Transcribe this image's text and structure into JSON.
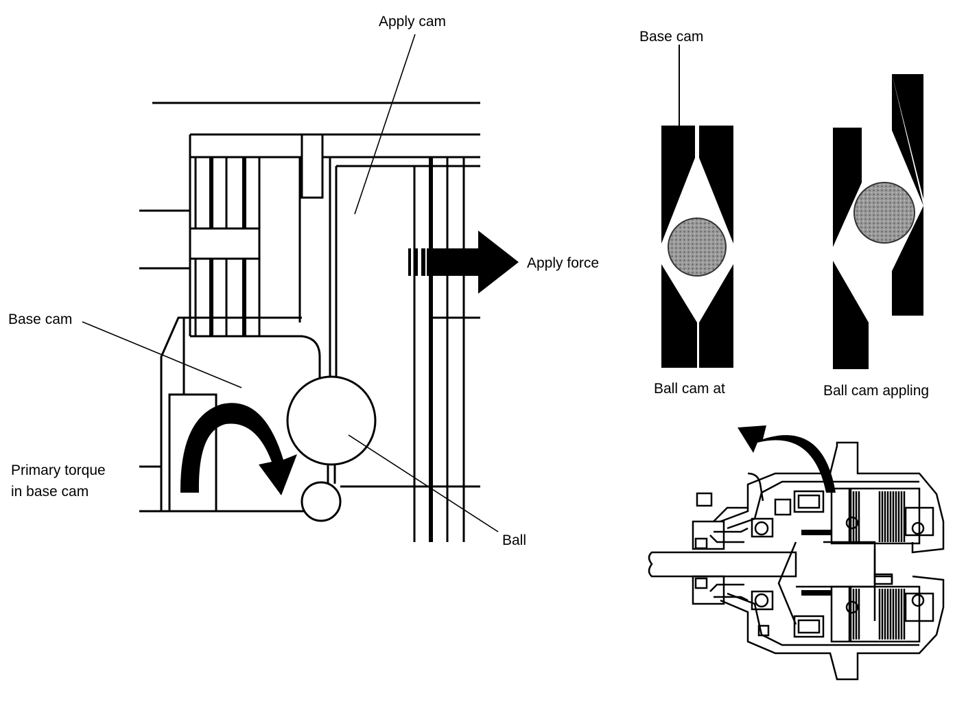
{
  "labels": {
    "apply_cam": "Apply cam",
    "apply_force": "Apply force",
    "base_cam_left": "Base cam",
    "primary_torque_line1": "Primary torque",
    "primary_torque_line2": "in base cam",
    "ball": "Ball",
    "base_cam_right": "Base cam",
    "ball_cam_at": "Ball cam at",
    "ball_cam_appling": "Ball cam appling"
  },
  "colors": {
    "ink": "#000000",
    "paper": "#ffffff",
    "ball_fill": "#8c8c8c"
  },
  "icons": {
    "apply_force_arrow": "arrow-right-icon",
    "primary_torque_arrow": "curved-arrow-down-icon",
    "assembly_rotation_arrow": "curved-arrow-left-icon"
  }
}
